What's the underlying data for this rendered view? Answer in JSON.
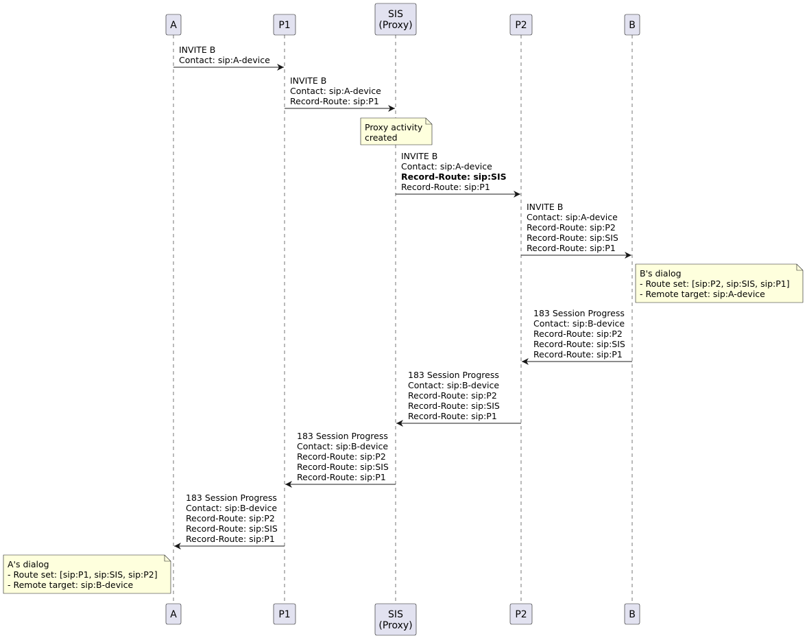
{
  "colors": {
    "participant_fill": "#e2e2f0",
    "participant_stroke": "#181818",
    "lifeline": "#181818",
    "note_fill": "#feffdd",
    "note_stroke": "#181818",
    "arrow": "#181818"
  },
  "participants": [
    {
      "id": "A",
      "lines": [
        "A"
      ]
    },
    {
      "id": "P1",
      "lines": [
        "P1"
      ]
    },
    {
      "id": "SIS",
      "lines": [
        "SIS",
        "(Proxy)"
      ]
    },
    {
      "id": "P2",
      "lines": [
        "P2"
      ]
    },
    {
      "id": "B",
      "lines": [
        "B"
      ]
    }
  ],
  "messages": [
    {
      "from": "A",
      "to": "P1",
      "lines": [
        "INVITE B",
        "Contact: sip:A-device"
      ],
      "bold_lines": []
    },
    {
      "from": "P1",
      "to": "SIS",
      "lines": [
        "INVITE B",
        "Contact: sip:A-device",
        "Record-Route: sip:P1"
      ],
      "bold_lines": []
    },
    {
      "from": "SIS",
      "to": "P2",
      "lines": [
        "INVITE B",
        "Contact: sip:A-device",
        "Record-Route: sip:SIS",
        "Record-Route: sip:P1"
      ],
      "bold_lines": [
        2
      ]
    },
    {
      "from": "P2",
      "to": "B",
      "lines": [
        "INVITE B",
        "Contact: sip:A-device",
        "Record-Route: sip:P2",
        "Record-Route: sip:SIS",
        "Record-Route: sip:P1"
      ],
      "bold_lines": []
    },
    {
      "from": "B",
      "to": "P2",
      "lines": [
        "183 Session Progress",
        "Contact: sip:B-device",
        "Record-Route: sip:P2",
        "Record-Route: sip:SIS",
        "Record-Route: sip:P1"
      ],
      "bold_lines": []
    },
    {
      "from": "P2",
      "to": "SIS",
      "lines": [
        "183 Session Progress",
        "Contact: sip:B-device",
        "Record-Route: sip:P2",
        "Record-Route: sip:SIS",
        "Record-Route: sip:P1"
      ],
      "bold_lines": []
    },
    {
      "from": "SIS",
      "to": "P1",
      "lines": [
        "183 Session Progress",
        "Contact: sip:B-device",
        "Record-Route: sip:P2",
        "Record-Route: sip:SIS",
        "Record-Route: sip:P1"
      ],
      "bold_lines": []
    },
    {
      "from": "P1",
      "to": "A",
      "lines": [
        "183 Session Progress",
        "Contact: sip:B-device",
        "Record-Route: sip:P2",
        "Record-Route: sip:SIS",
        "Record-Route: sip:P1"
      ],
      "bold_lines": []
    }
  ],
  "notes": [
    {
      "name": "note-proxy-activity",
      "lines": [
        "Proxy activity",
        "created"
      ]
    },
    {
      "name": "note-b-dialog",
      "lines": [
        "B's dialog",
        "- Route set: [sip:P2, sip:SIS, sip:P1]",
        "- Remote target: sip:A-device"
      ]
    },
    {
      "name": "note-a-dialog",
      "lines": [
        "A's dialog",
        "- Route set: [sip:P1, sip:SIS, sip:P2]",
        "- Remote target: sip:B-device"
      ]
    }
  ]
}
